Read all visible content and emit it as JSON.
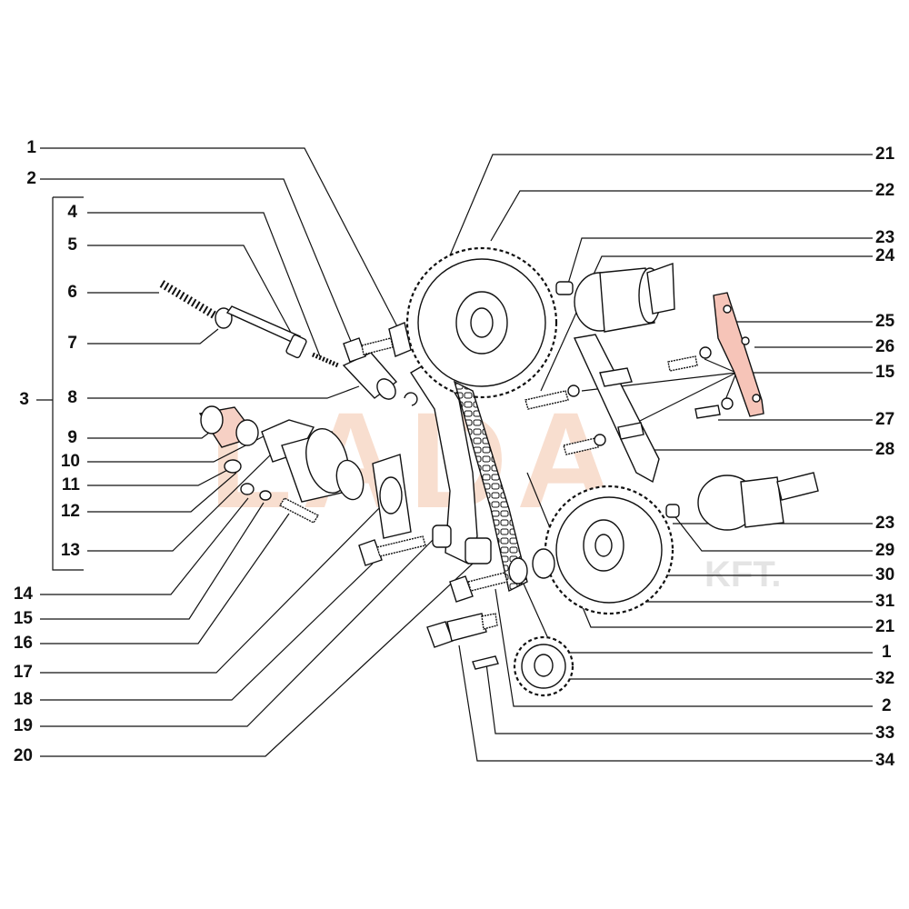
{
  "labels_left": [
    "1",
    "2",
    "3",
    "4",
    "5",
    "6",
    "7",
    "8",
    "9",
    "10",
    "11",
    "12",
    "13",
    "14",
    "15",
    "16",
    "17",
    "18",
    "19",
    "20"
  ],
  "labels_right": [
    "21",
    "22",
    "23",
    "24",
    "25",
    "26",
    "15",
    "27",
    "28",
    "23",
    "29",
    "30",
    "31",
    "21",
    "1",
    "32",
    "2",
    "33",
    "34"
  ],
  "watermark": {
    "text": "LADA",
    "subtext": "KFT."
  },
  "colors": {
    "line": "#111111",
    "highlight": "#f0b0a8",
    "watermark": "#f3c4a8"
  }
}
